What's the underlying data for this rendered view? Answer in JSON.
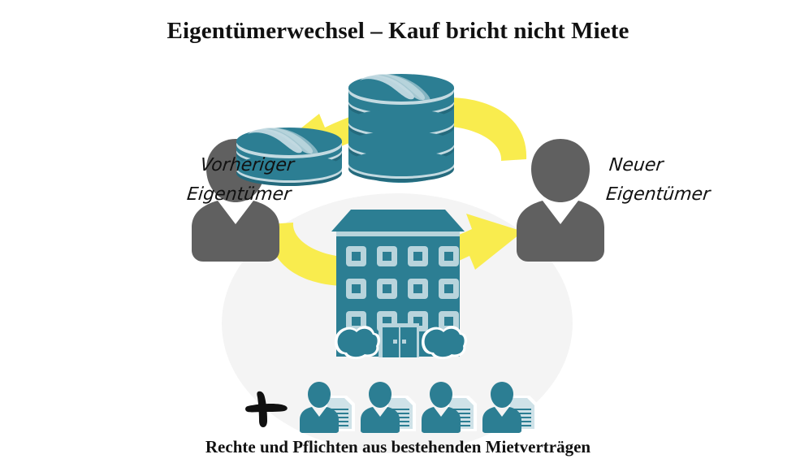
{
  "title": "Eigentümerwechsel – Kauf bricht nicht Miete",
  "caption": "Rechte und Pflichten aus bestehenden Mietverträgen",
  "labels": {
    "previous_owner": {
      "line1": "Vorheriger",
      "line2": "Eigentümer"
    },
    "new_owner": {
      "line1": "Neuer",
      "line2": "Eigentümer"
    }
  },
  "plus_sign": "+",
  "colors": {
    "teal": "#2C7E93",
    "teal_dark": "#246A7D",
    "teal_light": "#B8D4DC",
    "teal_mid": "#3E8FA3",
    "yellow": "#F9EC4E",
    "gray": "#606060",
    "background_ellipse": "#F4F4F4",
    "text": "#111111",
    "page": "#FFFFFF"
  },
  "icons": {
    "coin_stack": "coin-stack-icon",
    "building": "apartment-building-icon",
    "previous_owner_avatar": "person-silhouette-icon",
    "new_owner_avatar": "person-silhouette-icon",
    "money_arrow": "curved-arrow-left-icon",
    "property_arrow": "curved-arrow-right-icon",
    "plus": "plus-icon",
    "tenant": "tenant-with-contract-icon"
  },
  "counts": {
    "tenants": 4,
    "building_window_columns": 4,
    "building_window_rows": 3,
    "coin_stack_left_coins": 4,
    "coin_stack_right_coins": 5
  }
}
